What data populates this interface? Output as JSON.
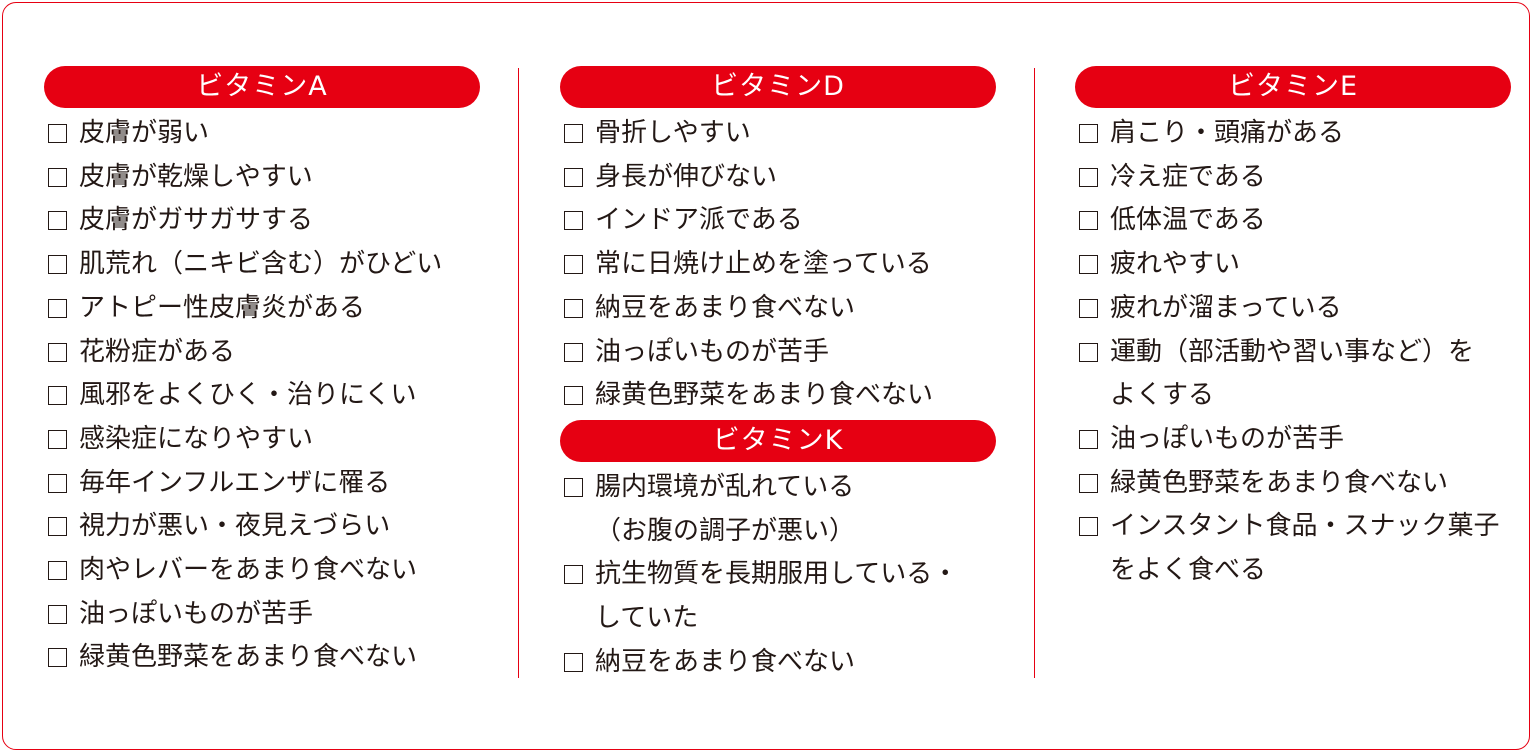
{
  "sections": {
    "a": {
      "title": "ビタミンA",
      "items": [
        "皮膚が弱い",
        "皮膚が乾燥しやすい",
        "皮膚がガサガサする",
        "肌荒れ（ニキビ含む）がひどい",
        "アトピー性皮膚炎がある",
        "花粉症がある",
        "風邪をよくひく・治りにくい",
        "感染症になりやすい",
        "毎年インフルエンザに罹る",
        "視力が悪い・夜見えづらい",
        "肉やレバーをあまり食べない",
        "油っぽいものが苦手",
        "緑黄色野菜をあまり食べない"
      ]
    },
    "d": {
      "title": "ビタミンD",
      "items": [
        "骨折しやすい",
        "身長が伸びない",
        "インドア派である",
        "常に日焼け止めを塗っている",
        "納豆をあまり食べない",
        "油っぽいものが苦手",
        "緑黄色野菜をあまり食べない"
      ]
    },
    "k": {
      "title": "ビタミンK",
      "items": [
        {
          "line1": "腸内環境が乱れている",
          "line2": "（お腹の調子が悪い）"
        },
        {
          "line1": "抗生物質を長期服用している・",
          "line2": "していた"
        },
        {
          "line1": "納豆をあまり食べない",
          "line2": ""
        }
      ]
    },
    "e": {
      "title": "ビタミンE",
      "items": [
        {
          "line1": "肩こり・頭痛がある",
          "line2": ""
        },
        {
          "line1": "冷え症である",
          "line2": ""
        },
        {
          "line1": "低体温である",
          "line2": ""
        },
        {
          "line1": "疲れやすい",
          "line2": ""
        },
        {
          "line1": "疲れが溜まっている",
          "line2": ""
        },
        {
          "line1": "運動（部活動や習い事など）を",
          "line2": "よくする"
        },
        {
          "line1": "油っぽいものが苦手",
          "line2": ""
        },
        {
          "line1": "緑黄色野菜をあまり食べない",
          "line2": ""
        },
        {
          "line1": "インスタント食品・スナック菓子",
          "line2": "をよく食べる"
        }
      ]
    }
  },
  "colors": {
    "accent": "#e60012",
    "text": "#231815"
  }
}
